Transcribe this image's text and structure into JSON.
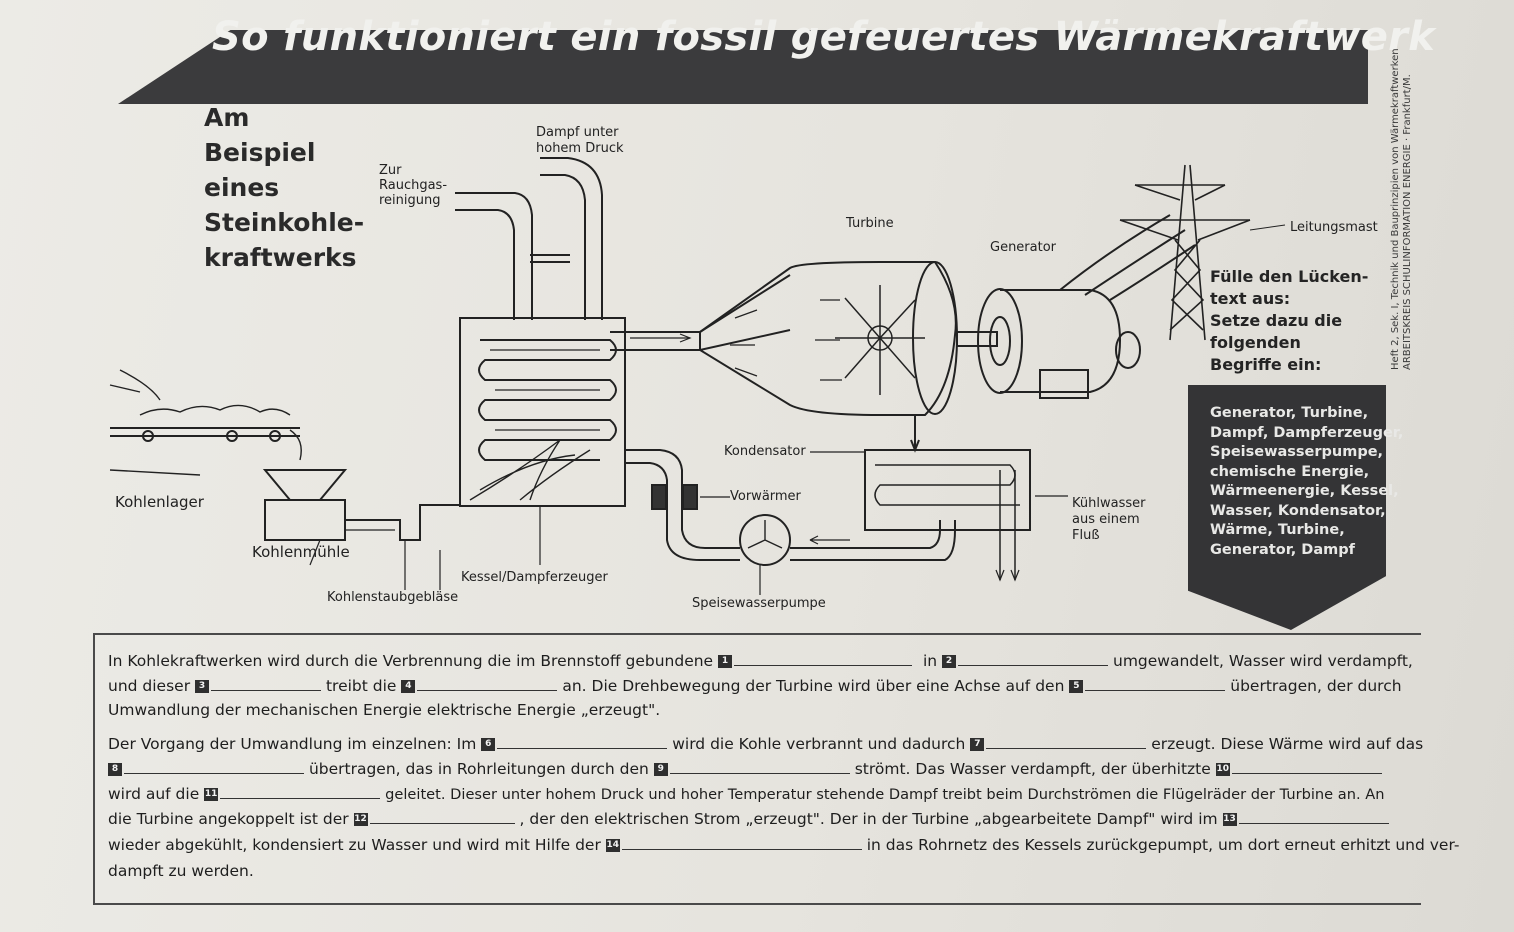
{
  "title": "So funktioniert ein fossil gefeuertes Wärmekraftwerk",
  "side_credit_line1": "Heft 2, Sek. I, Technik und Bauprinzipien von Wärmekraftwerken",
  "side_credit_line2": "ARBEITSKREIS SCHULINFORMATION ENERGIE · Frankfurt/M.",
  "intro": [
    "Am",
    "Beispiel",
    "eines",
    "Steinkohle-",
    "kraftwerks"
  ],
  "labels": {
    "steam_high_pressure_1": "Dampf unter",
    "steam_high_pressure_2": "hohem Druck",
    "flue_gas_1": "Zur",
    "flue_gas_2": "Rauchgas-",
    "flue_gas_3": "reinigung",
    "turbine": "Turbine",
    "generator": "Generator",
    "pylon": "Leitungsmast",
    "condenser": "Kondensator",
    "preheater": "Vorwärmer",
    "cooling_water_1": "Kühlwasser",
    "cooling_water_2": "aus einem",
    "cooling_water_3": "Fluß",
    "coal_storage": "Kohlenlager",
    "coal_mill": "Kohlenmühle",
    "boiler": "Kessel/Dampferzeuger",
    "dust_blower": "Kohlenstaubgebläse",
    "feed_pump": "Speisewasserpumpe"
  },
  "instruction": [
    "Fülle den Lücken-",
    "text aus:",
    "Setze dazu die",
    "folgenden",
    "Begriffe ein:"
  ],
  "terms": [
    "Generator, Turbine,",
    "Dampf, Dampferzeuger,",
    "Speisewasserpumpe,",
    "chemische Energie,",
    "Wärmeenergie, Kessel,",
    "Wasser, Kondensator,",
    "Wärme, Turbine,",
    "Generator, Dampf"
  ],
  "cloze": {
    "l1a": "In Kohlekraftwerken wird durch die Verbrennung die im Brennstoff gebundene",
    "l1b": "in",
    "l1c": "umgewandelt, Wasser wird verdampft,",
    "l2a": "und dieser",
    "l2b": "treibt die",
    "l2c": "an. Die Drehbewegung der Turbine wird über eine Achse auf den",
    "l2d": "übertragen, der durch",
    "l3": "Umwandlung der mechanischen Energie elektrische Energie „erzeugt\".",
    "l4a": "Der Vorgang der Umwandlung im einzelnen: Im",
    "l4b": "wird die Kohle verbrannt und dadurch",
    "l4c": "erzeugt. Diese Wärme wird auf das",
    "l5a": "übertragen, das in Rohrleitungen durch den",
    "l5b": "strömt. Das Wasser verdampft, der überhitzte",
    "l6a": "wird auf die",
    "l6b": "geleitet. Dieser unter hohem Druck und hoher Temperatur stehende Dampf treibt beim Durchströmen die Flügelräder der Turbine an. An",
    "l7a": "die Turbine angekoppelt ist der",
    "l7b": ", der den elektrischen Strom „erzeugt\". Der in der Turbine „abgearbeitete Dampf\" wird im",
    "l8a": "wieder abgekühlt, kondensiert zu Wasser und wird mit Hilfe der",
    "l8b": "in das Rohrnetz des Kessels zurückgepumpt, um dort erneut erhitzt und ver-",
    "l9": "dampft zu werden.",
    "numbers": [
      "1",
      "2",
      "3",
      "4",
      "5",
      "6",
      "7",
      "8",
      "9",
      "10",
      "11",
      "12",
      "13",
      "14"
    ]
  },
  "colors": {
    "banner": "#3b3b3d",
    "panel": "#343436",
    "paper": "#e9e7e2",
    "ink": "#1b1b1b"
  }
}
